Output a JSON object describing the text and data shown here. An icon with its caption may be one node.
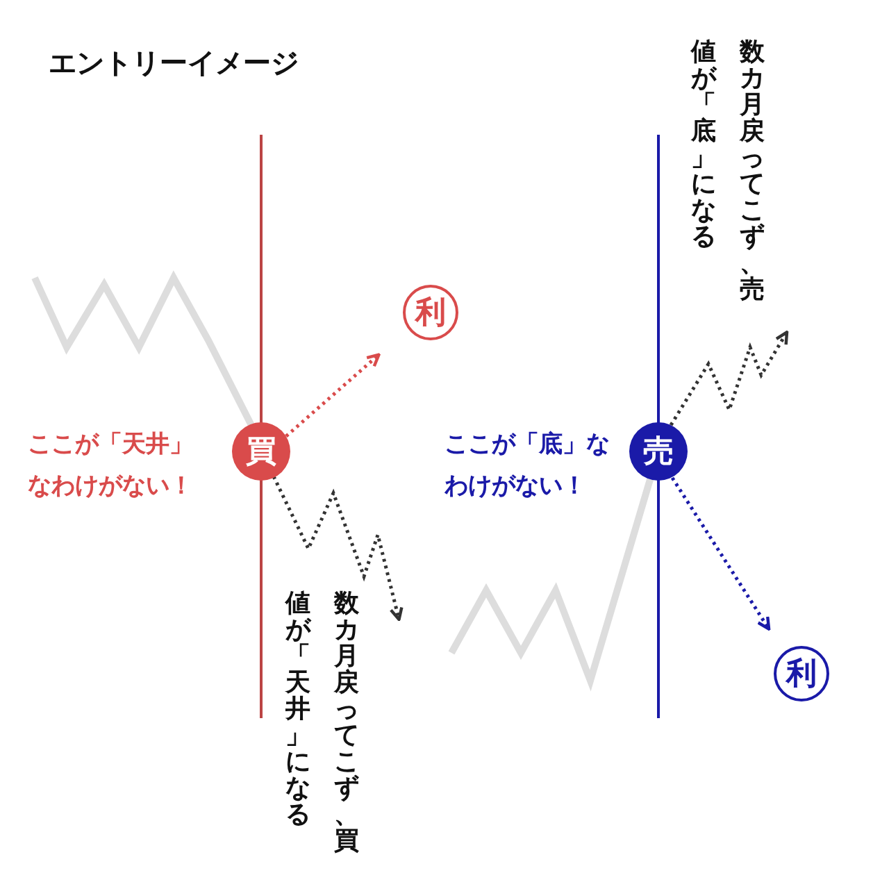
{
  "diagram": {
    "title": "エントリーイメージ",
    "nodes": [
      {
        "text": [
          "利"
        ]
      },
      {
        "text": [
          "買"
        ]
      },
      {
        "text": [
          "売"
        ]
      },
      {
        "text": [
          "利"
        ]
      }
    ],
    "edges": [
      {
        "from": 1,
        "to": 0,
        "arrow": "to",
        "style": "dashed",
        "color": "#d94b4b"
      },
      {
        "from": 1,
        "to": null,
        "arrow": "to",
        "style": "dashed"
      },
      {
        "from": 2,
        "to": null,
        "arrow": "to",
        "style": "dashed"
      },
      {
        "from": 2,
        "to": 3,
        "arrow": "to",
        "style": "dashed",
        "color": "#1a1aa8"
      }
    ],
    "labels": [
      "ここが「天井」なわけがない！",
      "数カ月戻ってこず、買値が「天井」になる",
      "ここが「底」なわけがない！",
      "数カ月戻ってこず、売値が「底」になる"
    ]
  }
}
